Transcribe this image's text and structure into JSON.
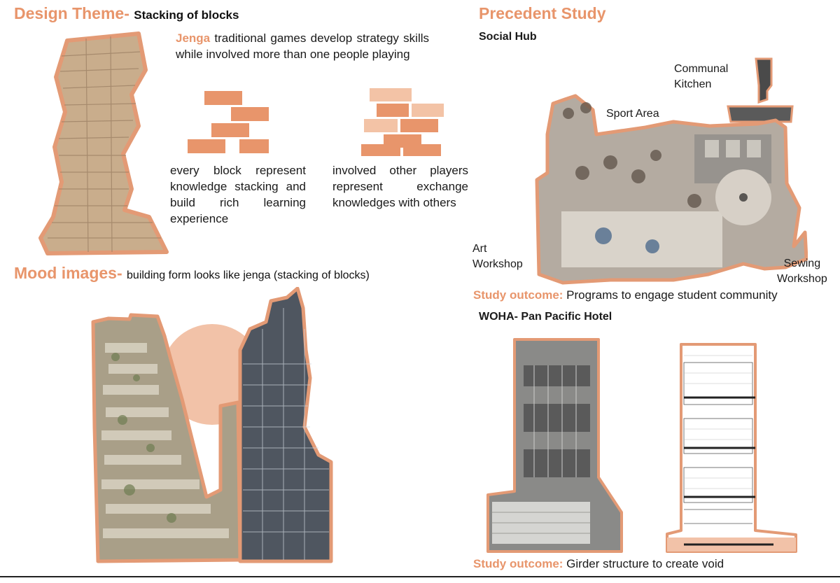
{
  "design_theme": {
    "title": "Design Theme-",
    "subtitle": "Stacking of blocks",
    "jenga_word": "Jenga",
    "jenga_text": " traditional games develop strategy skills while involved more than one people playing",
    "block_text": "every block represent knowledge stacking and build rich learning experience",
    "players_text": "involved other players represent exchange knowledges with others"
  },
  "mood": {
    "title": "Mood images-",
    "subtitle": "building form looks like jenga (stacking of blocks)"
  },
  "precedent": {
    "title": "Precedent Study",
    "social_hub": "Social Hub",
    "labels": {
      "kitchen": "Communal Kitchen",
      "kitchen_line1": "Communal",
      "kitchen_line2": "Kitchen",
      "sport": "Sport Area",
      "art_line1": "Art",
      "art_line2": "Workshop",
      "sewing_line1": "Sewing",
      "sewing_line2": "Workshop"
    },
    "outcome1_label": "Study outcome:",
    "outcome1_text": " Programs to engage student community",
    "woha": "WOHA- Pan Pacific Hotel",
    "outcome2_label": "Study outcome:",
    "outcome2_text": " Girder structure to create void"
  },
  "colors": {
    "accent": "#e8956b",
    "brick": "#e8956b",
    "brick_light": "#f3c3a6",
    "outline": "#e39a75"
  }
}
